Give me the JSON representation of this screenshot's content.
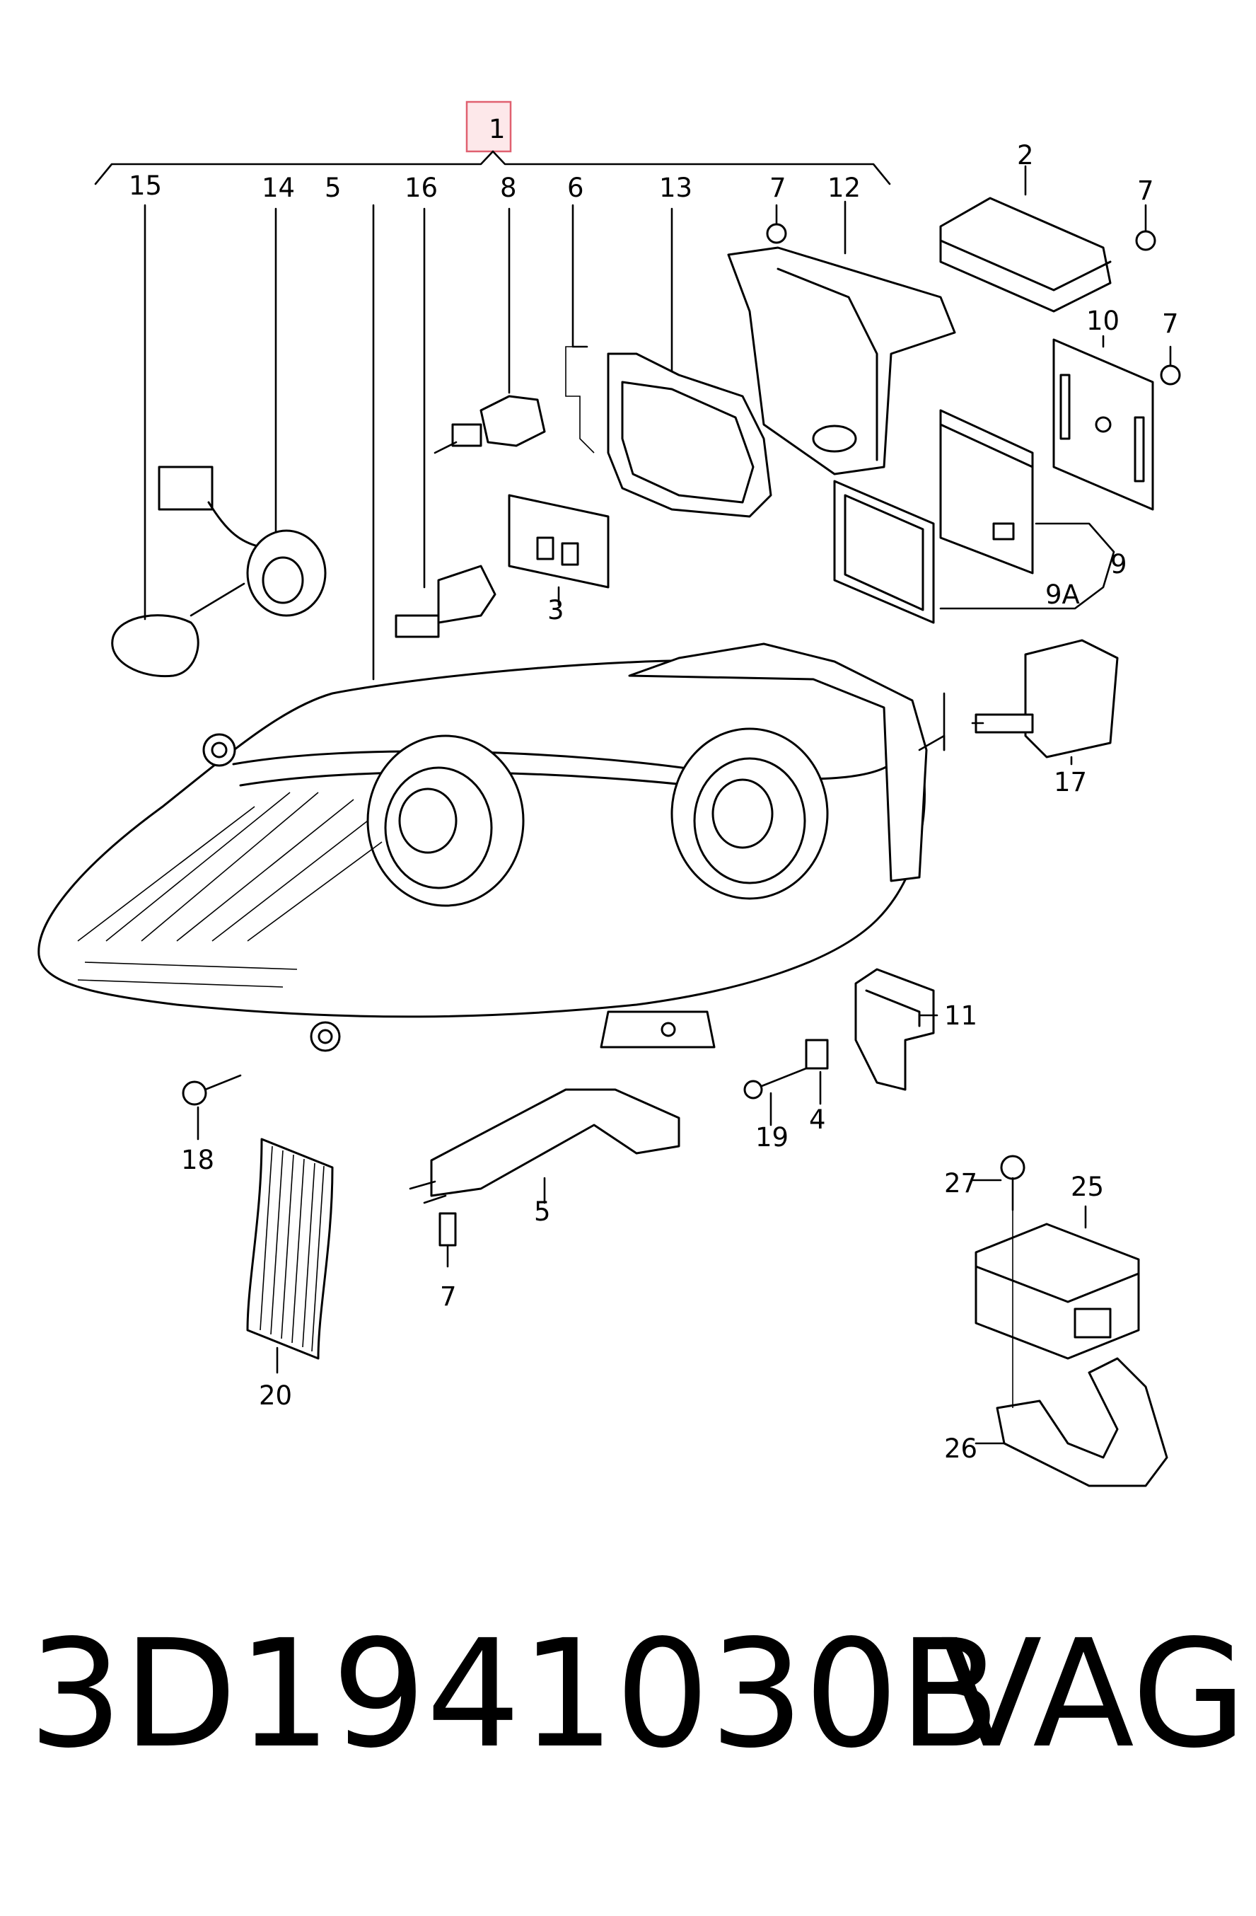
{
  "diagram": {
    "callouts": {
      "c1": "1",
      "c2": "2",
      "c3": "3",
      "c4": "4",
      "c5a": "5",
      "c5b": "5",
      "c6": "6",
      "c7a": "7",
      "c7b": "7",
      "c7c": "7",
      "c7d": "7",
      "c8": "8",
      "c9": "9",
      "c9a": "9A",
      "c10": "10",
      "c11": "11",
      "c12": "12",
      "c13": "13",
      "c14": "14",
      "c15": "15",
      "c16": "16",
      "c17": "17",
      "c18": "18",
      "c19": "19",
      "c20": "20",
      "c25": "25",
      "c26": "26",
      "c27": "27"
    }
  },
  "footer": {
    "part_number": "3D1941030B",
    "brand": "VAG"
  }
}
